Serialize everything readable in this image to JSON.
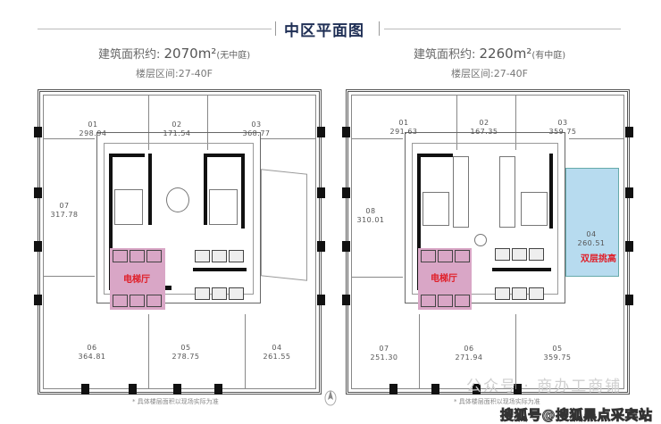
{
  "header": {
    "title": "中区平面图"
  },
  "plans": [
    {
      "area_label": "建筑面积约: ",
      "area_value": "2070m²",
      "area_note": "(无中庭)",
      "floors": "楼层区间:27-40F",
      "elevator_hall": "电梯厅",
      "units": [
        {
          "id": "01",
          "area": "298.94"
        },
        {
          "id": "02",
          "area": "171.54"
        },
        {
          "id": "03",
          "area": "368.77"
        },
        {
          "id": "07",
          "area": "317.78"
        },
        {
          "id": "06",
          "area": "364.81"
        },
        {
          "id": "05",
          "area": "278.75"
        },
        {
          "id": "04",
          "area": "261.55"
        }
      ]
    },
    {
      "area_label": "建筑面积约: ",
      "area_value": "2260m²",
      "area_note": "(有中庭)",
      "floors": "楼层区间:27-40F",
      "elevator_hall": "电梯厅",
      "double_height": "双层挑高",
      "units": [
        {
          "id": "01",
          "area": "291.63"
        },
        {
          "id": "02",
          "area": "167.35"
        },
        {
          "id": "03",
          "area": "359.75"
        },
        {
          "id": "08",
          "area": "310.01"
        },
        {
          "id": "04",
          "area": "260.51"
        },
        {
          "id": "07",
          "area": "251.30"
        },
        {
          "id": "06",
          "area": "271.94"
        },
        {
          "id": "05",
          "area": "359.75"
        }
      ]
    }
  ],
  "notes": {
    "left": "* 具体楼层面积以现场实际为准",
    "right": "* 具体楼层面积以现场实际为准"
  },
  "watermarks": {
    "wechat": "公众号 · 商办工商铺",
    "sohu": "搜狐号@搜狐黑点采宾站"
  },
  "colors": {
    "title": "#1f2f55",
    "elevator_hall": "#d9a6c6",
    "double_height": "#b7dbef",
    "red_label": "#e0202a"
  }
}
